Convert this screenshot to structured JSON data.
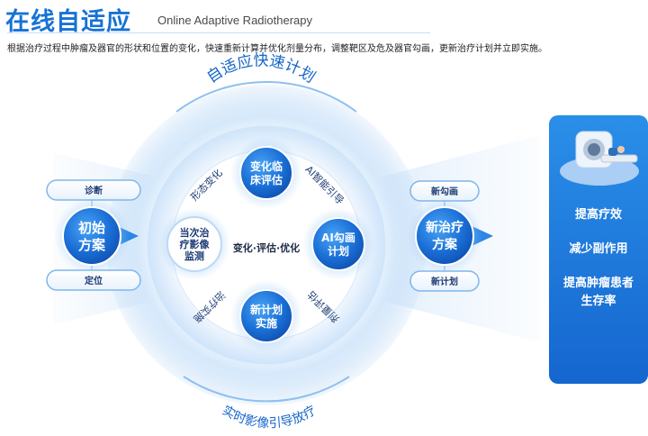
{
  "header": {
    "title": "在线自适应",
    "subtitle": "Online Adaptive Radiotherapy",
    "description": "根据治疗过程中肿瘤及器官的形状和位置的变化，快速重新计算并优化剂量分布，调整靶区及危及器官勾画，更新治疗计划并立即实施。"
  },
  "cycle": {
    "top_label": "自适应快速计划",
    "bottom_label": "实时影像引导放疗",
    "center_label": "变化·评估·优化",
    "nodes": {
      "top": [
        "变化临",
        "床评估"
      ],
      "right": [
        "AI勾画",
        "计划"
      ],
      "bottom": [
        "新计划",
        "实施"
      ],
      "left": [
        "当次治",
        "疗影像",
        "监测"
      ]
    },
    "arc_labels": {
      "upper_left": "形态变化",
      "upper_right": "AI智能引导",
      "lower_right": "剂量评估",
      "lower_left": "治疗实施"
    }
  },
  "left_block": {
    "node": [
      "初始",
      "方案"
    ],
    "top_pill": "诊断",
    "bottom_pill": "定位"
  },
  "right_block": {
    "node": [
      "新治疗",
      "方案"
    ],
    "top_pill": "新勾画",
    "bottom_pill": "新计划"
  },
  "benefits": [
    "提高疗效",
    "减少副作用",
    "提高肿瘤患者",
    "生存率"
  ],
  "colors": {
    "brand_blue": "#1672d6",
    "panel_blue": "#1d74da",
    "node_blue": "#1a6fd6"
  }
}
